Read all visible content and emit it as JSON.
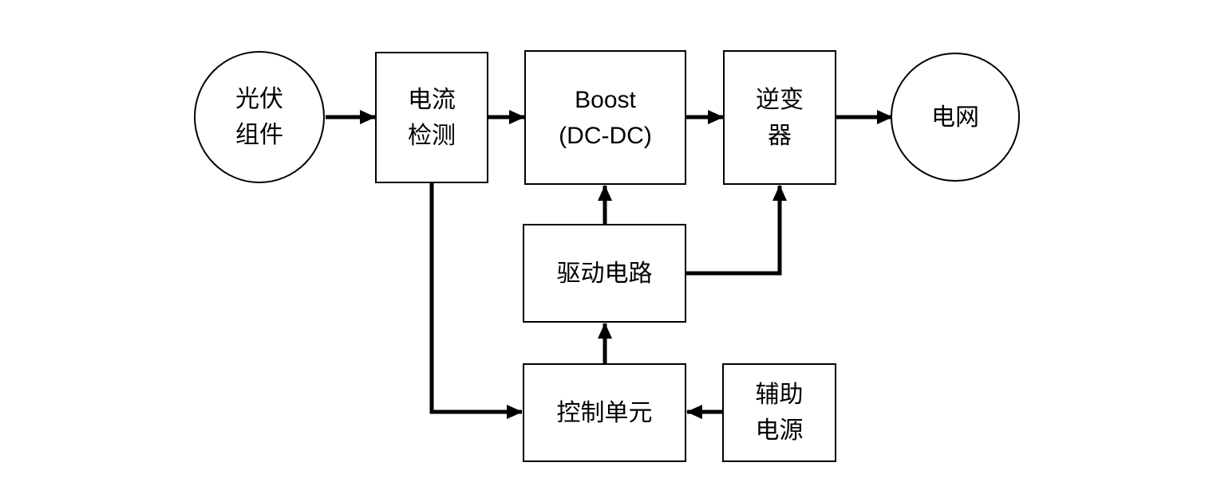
{
  "diagram": {
    "type": "block-diagram",
    "description": "Photovoltaic grid-connected power system block diagram",
    "colors": {
      "line": "#000000",
      "node_border": "#000000",
      "background": "#ffffff",
      "text": "#000000"
    },
    "nodes": {
      "pv": {
        "shape": "circle",
        "lines": [
          "光伏",
          "组件"
        ]
      },
      "current_detection": {
        "shape": "rect",
        "lines": [
          "电流",
          "检测"
        ]
      },
      "boost": {
        "shape": "rect",
        "lines": [
          "Boost",
          "(DC-DC)"
        ]
      },
      "inverter": {
        "shape": "rect",
        "lines": [
          "逆变",
          "器"
        ]
      },
      "grid": {
        "shape": "circle",
        "lines": [
          "电网"
        ]
      },
      "drive_circuit": {
        "shape": "rect",
        "lines": [
          "驱动电路"
        ]
      },
      "control_unit": {
        "shape": "rect",
        "lines": [
          "控制单元"
        ]
      },
      "aux_power": {
        "shape": "rect",
        "lines": [
          "辅助",
          "电源"
        ]
      }
    },
    "edges": [
      {
        "from": "pv",
        "to": "current_detection",
        "direction": "right"
      },
      {
        "from": "current_detection",
        "to": "boost",
        "direction": "right"
      },
      {
        "from": "boost",
        "to": "inverter",
        "direction": "right"
      },
      {
        "from": "inverter",
        "to": "grid",
        "direction": "right"
      },
      {
        "from": "drive_circuit",
        "to": "boost",
        "direction": "up"
      },
      {
        "from": "drive_circuit",
        "to": "inverter",
        "direction": "right-then-up"
      },
      {
        "from": "control_unit",
        "to": "drive_circuit",
        "direction": "up"
      },
      {
        "from": "current_detection",
        "to": "control_unit",
        "direction": "down-then-right"
      },
      {
        "from": "aux_power",
        "to": "control_unit",
        "direction": "left"
      }
    ]
  }
}
